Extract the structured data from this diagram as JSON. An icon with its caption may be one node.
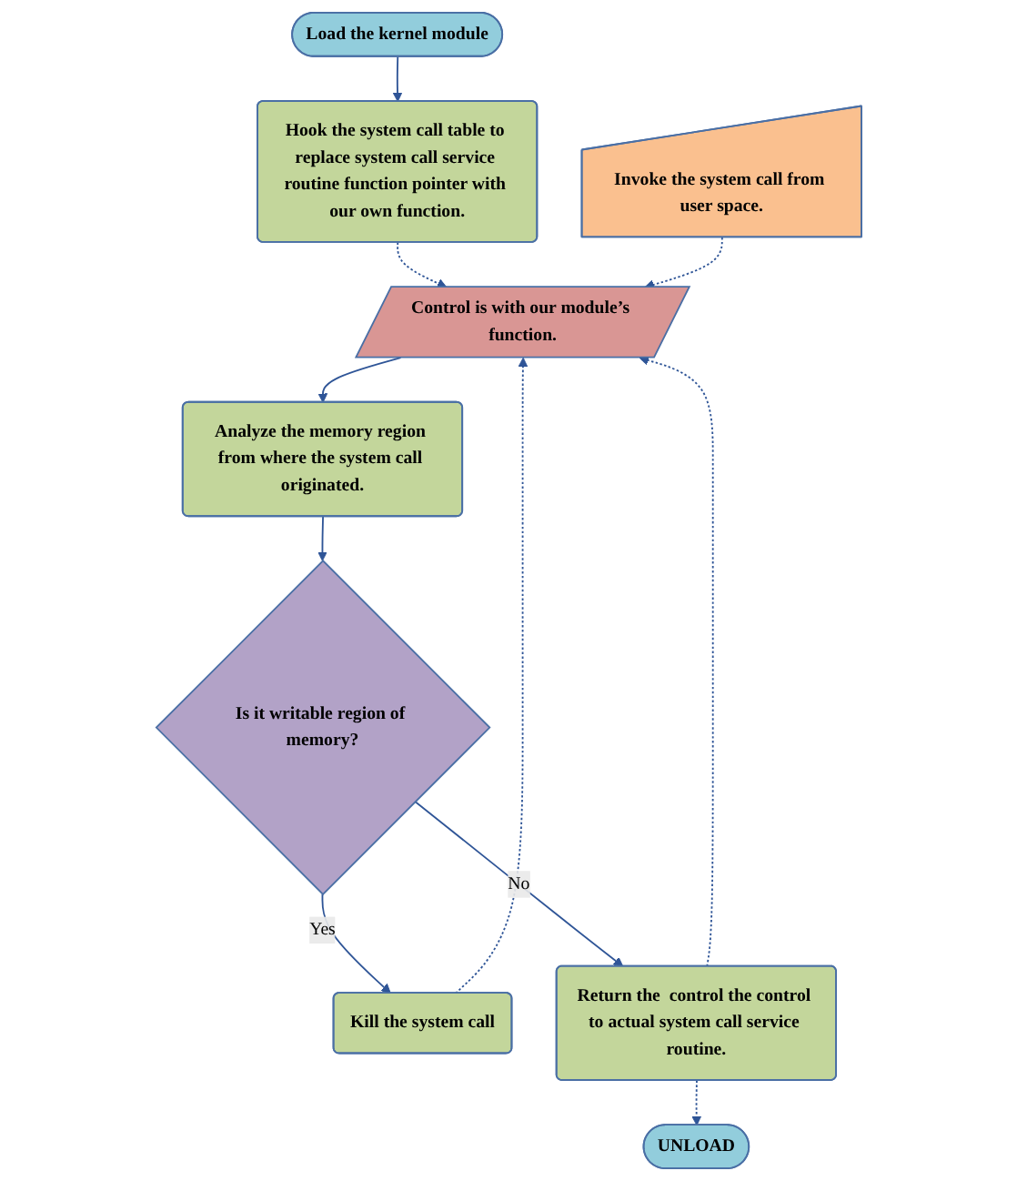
{
  "diagram": {
    "nodes": [
      {
        "text": [
          "Load the kernel module"
        ]
      },
      {
        "text": [
          "Hook the system call table to replace system call service routine function pointer with our own function."
        ]
      },
      {
        "text": [
          "Control is with our module’s function."
        ]
      },
      {
        "text": [
          "Invoke the system call from user space."
        ]
      },
      {
        "text": [
          "Analyze the memory region from where the system call originated."
        ]
      },
      {
        "text": [
          "Is it writable region of memory?"
        ]
      },
      {
        "text": [
          "Kill the system call"
        ]
      },
      {
        "text": [
          "Return the  control the control to actual system call service routine."
        ]
      },
      {
        "text": [
          "UNLOAD"
        ]
      }
    ],
    "edges": [
      {
        "from": 0,
        "to": 1,
        "arrow": "to"
      },
      {
        "from": 1,
        "to": 2,
        "arrow": "to",
        "style": "dashed"
      },
      {
        "from": 3,
        "to": 2,
        "arrow": "to",
        "style": "dashed"
      },
      {
        "from": 2,
        "to": 4,
        "arrow": "to"
      },
      {
        "from": 4,
        "to": 5,
        "arrow": "to"
      },
      {
        "from": 5,
        "to": 6,
        "arrow": "to",
        "label": "Yes"
      },
      {
        "from": 5,
        "to": 7,
        "arrow": "to",
        "label": "No"
      },
      {
        "from": 6,
        "to": 2,
        "arrow": "to",
        "style": "dashed"
      },
      {
        "from": 7,
        "to": 2,
        "arrow": "to",
        "style": "dashed"
      },
      {
        "from": 7,
        "to": 8,
        "arrow": "to",
        "style": "dashed"
      }
    ]
  }
}
